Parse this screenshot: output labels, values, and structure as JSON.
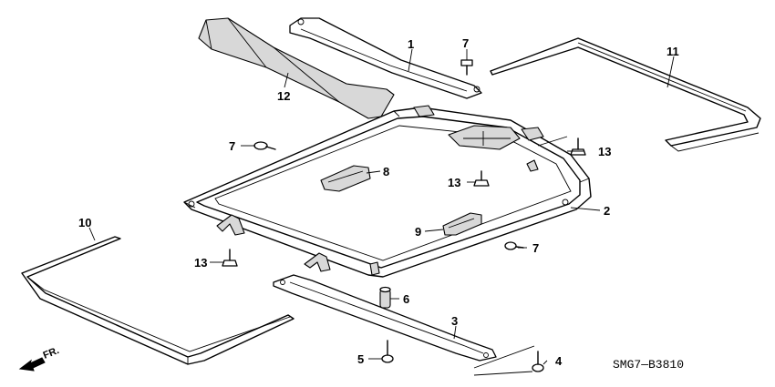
{
  "diagram": {
    "code": "SMG7—B3810",
    "front_label": "FR.",
    "callouts": [
      "1",
      "2",
      "3",
      "4",
      "5",
      "6",
      "7",
      "7",
      "7",
      "8",
      "9",
      "10",
      "11",
      "12",
      "13",
      "13",
      "13"
    ]
  }
}
